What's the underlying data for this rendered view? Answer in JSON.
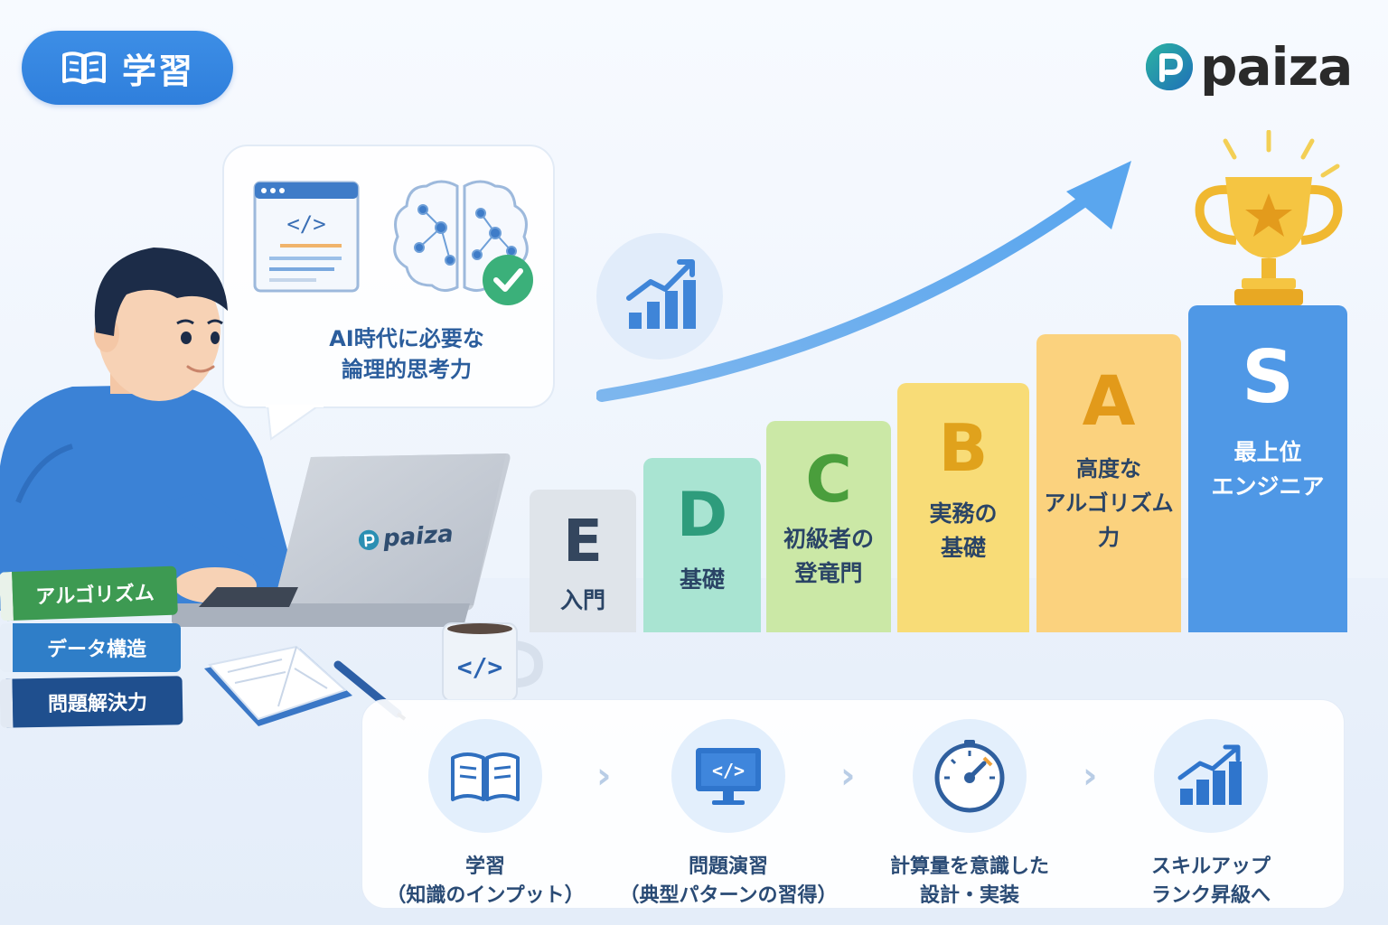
{
  "badge": {
    "label": "学習",
    "icon": "book-icon"
  },
  "logo": {
    "text": "paiza",
    "icon": "paiza-p-icon"
  },
  "bubble": {
    "text_line1": "AI時代に必要な",
    "text_line2": "論理的思考力"
  },
  "laptop": {
    "brand": "paiza"
  },
  "books": [
    "アルゴリズム",
    "データ構造",
    "問題解決力"
  ],
  "mug": {
    "icon": "code-brackets-icon"
  },
  "ranks": [
    {
      "letter": "E",
      "label": "入門",
      "color": "#dfe4ea",
      "letter_color": "#34465e"
    },
    {
      "letter": "D",
      "label": "基礎",
      "color": "#a9e4d2",
      "letter_color": "#2e9c7c"
    },
    {
      "letter": "C",
      "label": "初級者の\n登竜門",
      "color": "#cbe8a6",
      "letter_color": "#4a9e3c"
    },
    {
      "letter": "B",
      "label": "実務の\n基礎",
      "color": "#f8dc77",
      "letter_color": "#e0a21c"
    },
    {
      "letter": "A",
      "label": "高度な\nアルゴリズム力",
      "color": "#fbd27e",
      "letter_color": "#e29a1a"
    },
    {
      "letter": "S",
      "label": "最上位\nエンジニア",
      "color": "#4f98e6",
      "letter_color": "#ffffff"
    }
  ],
  "flow": [
    {
      "icon": "open-book-icon",
      "text": "学習\n（知識のインプット）"
    },
    {
      "icon": "monitor-code-icon",
      "text": "問題演習\n（典型パターンの習得）"
    },
    {
      "icon": "speedometer-icon",
      "text": "計算量を意識した\n設計・実装"
    },
    {
      "icon": "growth-chart-icon",
      "text": "スキルアップ\nランク昇級へ"
    }
  ],
  "colors": {
    "accent": "#2f7fdc",
    "panel_text": "#2a4b75"
  }
}
